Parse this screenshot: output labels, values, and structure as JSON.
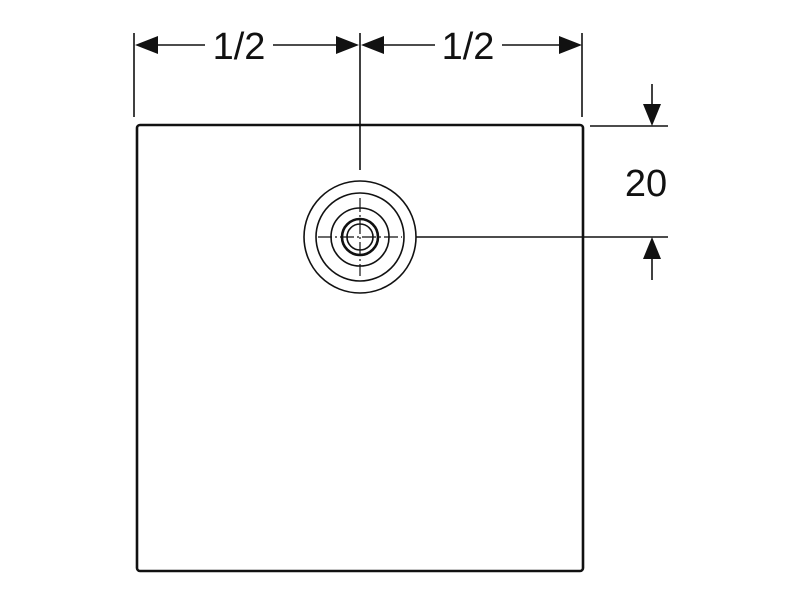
{
  "diagram": {
    "dimensions": {
      "left_half": "1/2",
      "right_half": "1/2",
      "drain_offset": "20"
    },
    "colors": {
      "line": "#111111",
      "background": "#ffffff"
    }
  }
}
